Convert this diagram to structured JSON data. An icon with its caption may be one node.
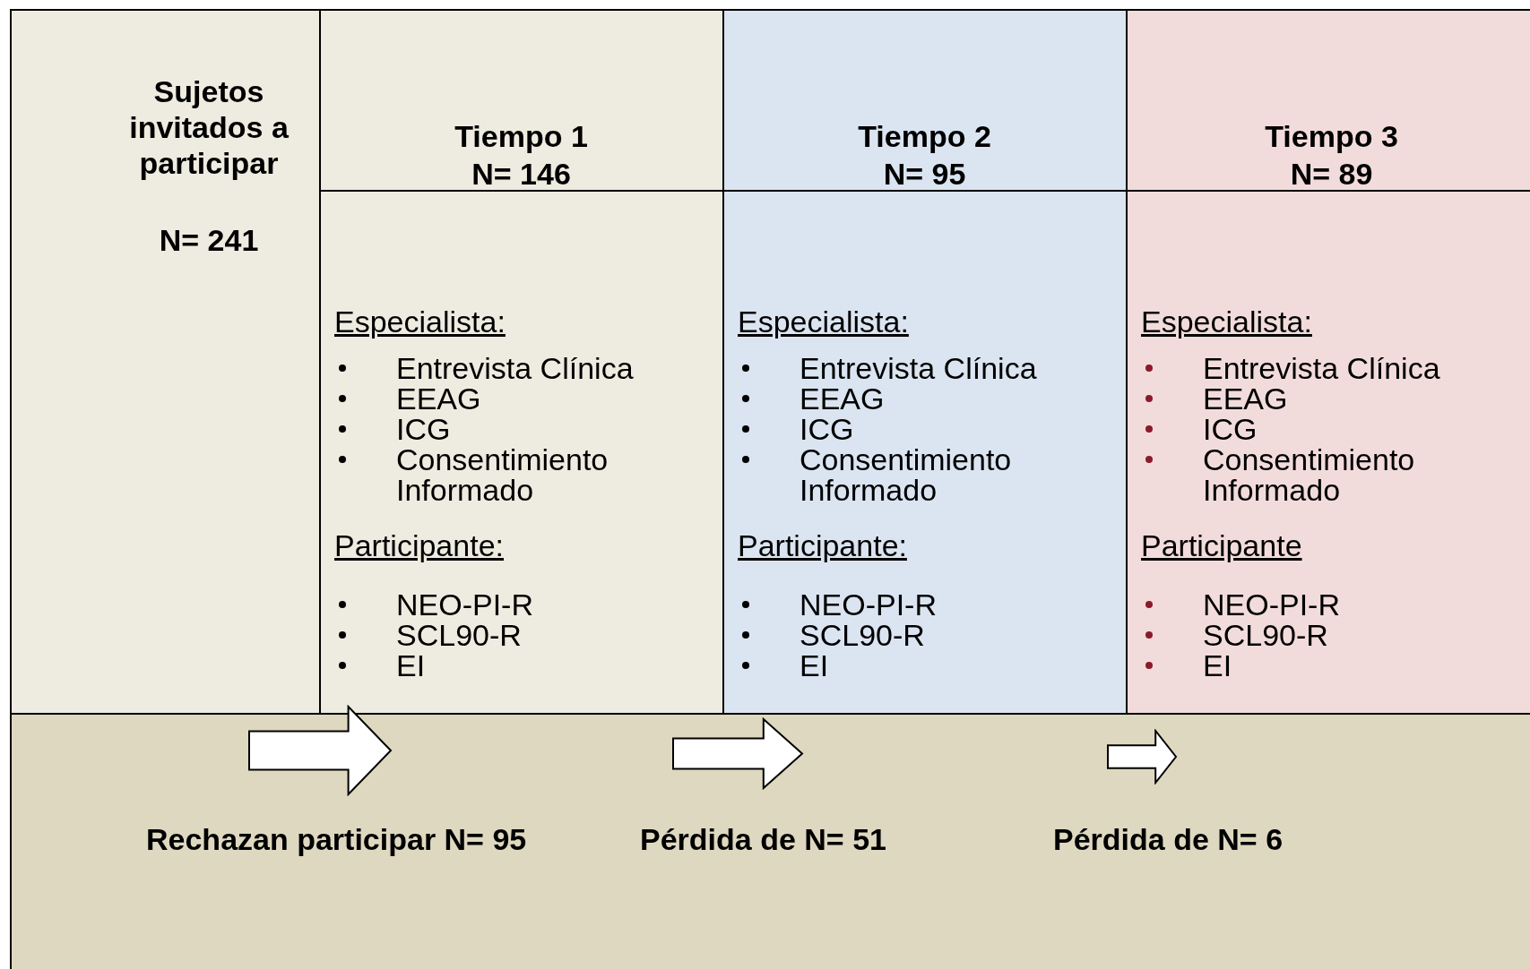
{
  "diagram": {
    "nodes": [
      {
        "text": [
          "Sujetos invitados a participar",
          "N= 241"
        ]
      },
      {
        "text": [
          "Tiempo 1",
          "N= 146"
        ]
      },
      {
        "text": [
          "Tiempo 2",
          "N= 95"
        ]
      },
      {
        "text": [
          "Tiempo 3",
          "N= 89"
        ]
      },
      {
        "text": [
          "Especialista:",
          "Entrevista Clínica",
          "EEAG",
          "ICG",
          "Consentimiento Informado",
          "Participante:",
          "NEO-PI-R",
          "SCL90-R",
          "EI"
        ]
      },
      {
        "text": [
          "Especialista:",
          "Entrevista Clínica",
          "EEAG",
          "ICG",
          "Consentimiento Informado",
          "Participante:",
          "NEO-PI-R",
          "SCL90-R",
          "EI"
        ]
      },
      {
        "text": [
          "Especialista:",
          "Entrevista Clínica",
          "EEAG",
          "ICG",
          "Consentimiento Informado",
          "Participante",
          "NEO-PI-R",
          "SCL90-R",
          "EI"
        ]
      }
    ],
    "edges": [
      {
        "from": 0,
        "to": 4,
        "arrow": "to"
      },
      {
        "from": 4,
        "to": 5,
        "arrow": "to"
      },
      {
        "from": 5,
        "to": 6,
        "arrow": "to"
      }
    ],
    "labels": [
      "Rechazan participar N= 95",
      "Pérdida de N= 51",
      "Pérdida de N= 6"
    ]
  }
}
